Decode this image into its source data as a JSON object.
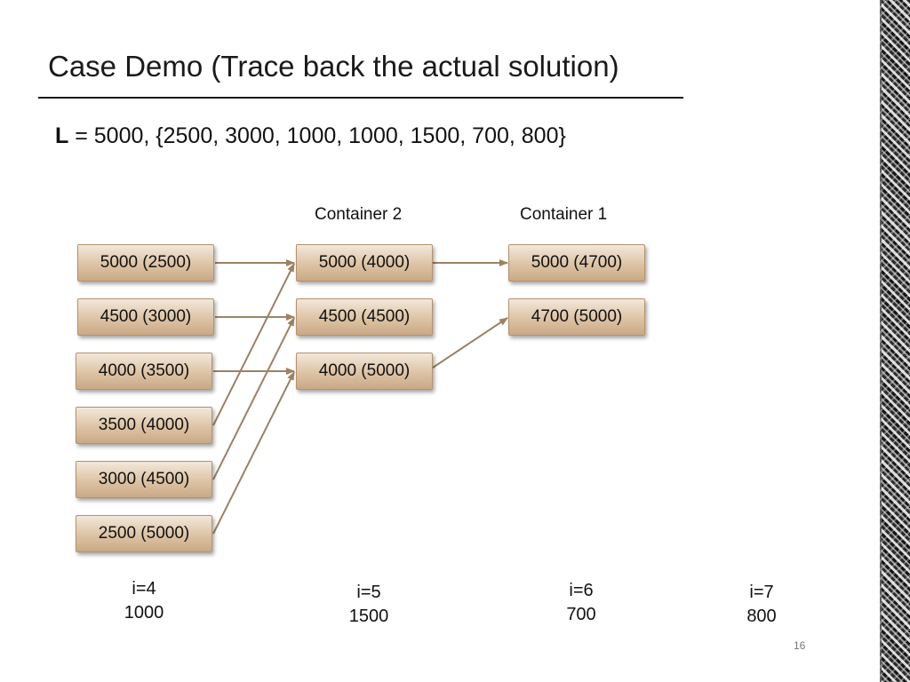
{
  "title": "Case Demo (Trace back the actual solution)",
  "formula": {
    "symbol": "L",
    "rest": " = 5000, {2500, 3000, 1000, 1000, 1500, 700, 800}"
  },
  "columns": {
    "container2": "Container 2",
    "container1": "Container 1"
  },
  "col0": [
    "5000 (2500)",
    "4500 (3000)",
    "4000 (3500)",
    "3500 (4000)",
    "3000 (4500)",
    "2500 (5000)"
  ],
  "col1": [
    "5000 (4000)",
    "4500 (4500)",
    "4000 (5000)"
  ],
  "col2": [
    "5000 (4700)",
    "4700 (5000)"
  ],
  "steps": [
    {
      "i": "i=4",
      "size": "1000"
    },
    {
      "i": "i=5",
      "size": "1500"
    },
    {
      "i": "i=6",
      "size": "700"
    },
    {
      "i": "i=7",
      "size": "800"
    }
  ],
  "page_number": "16",
  "colors": {
    "arrow": "#9c8262",
    "box_top": "#f3e8da",
    "box_bottom": "#c9a986"
  }
}
